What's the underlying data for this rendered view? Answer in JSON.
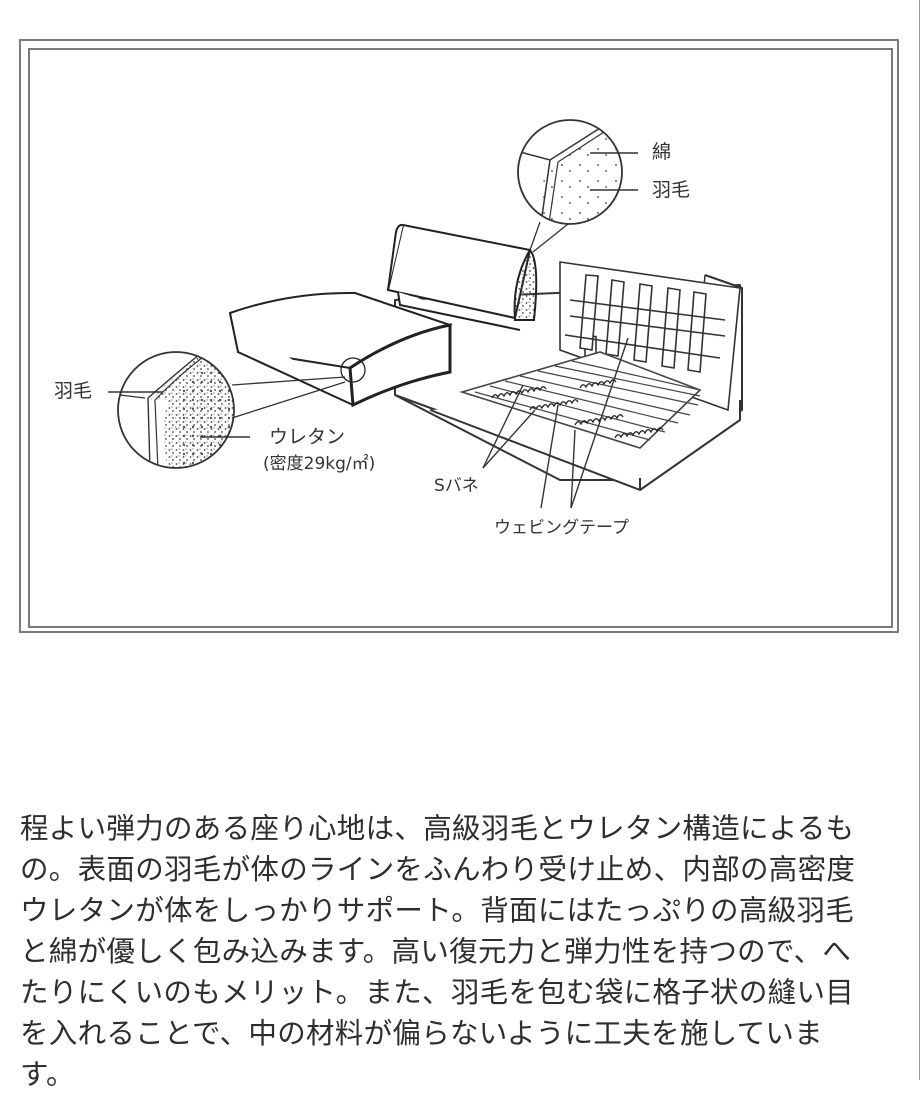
{
  "diagram": {
    "subject": "sofa-cross-section",
    "labels": {
      "cotton": "綿",
      "down_back": "羽毛",
      "down_seat": "羽毛",
      "urethane": "ウレタン",
      "urethane_density": "(密度29kg/㎡)",
      "s_spring": "Sバネ",
      "webbing_tape": "ウェビングテープ"
    },
    "colors": {
      "line": "#333333",
      "frame": "#7a7a7a",
      "background": "#ffffff"
    }
  },
  "description": {
    "lines": [
      "程よい弾力のある座り心地は、高級羽毛とウレタン構造によるも",
      "の。表面の羽毛が体のラインをふんわり受け止め、内部の高密度",
      "ウレタンが体をしっかりサポート。背面にはたっぷりの高級羽毛",
      "と綿が優しく包み込みます。高い復元力と弾力性を持つので、へ",
      "たりにくいのもメリット。また、羽毛を包む袋に格子状の縫い目",
      "を入れることで、中の材料が偏らないように工夫を施していま",
      "す。"
    ]
  }
}
